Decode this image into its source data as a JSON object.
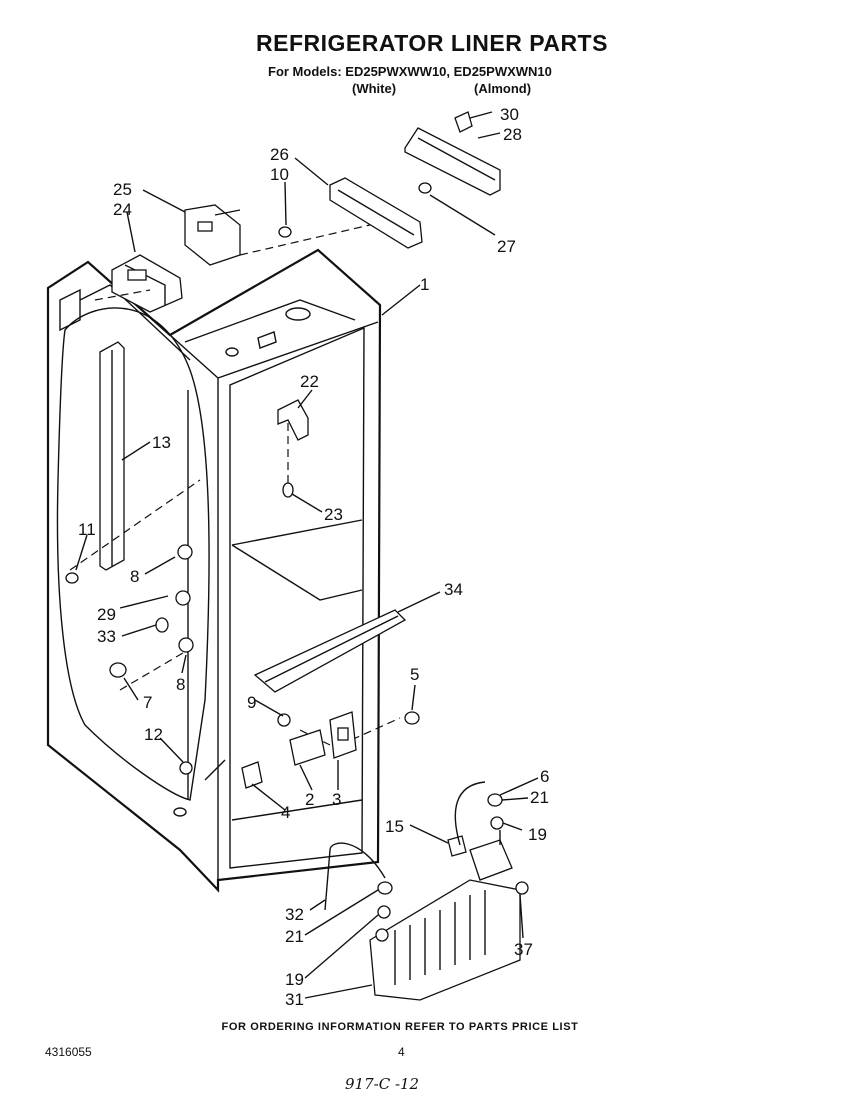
{
  "header": {
    "title": "REFRIGERATOR LINER PARTS",
    "models_line": "For Models: ED25PWXWW10, ED25PWXWN10",
    "variant_white": "(White)",
    "variant_almond": "(Almond)"
  },
  "footer": {
    "note": "FOR ORDERING INFORMATION REFER TO PARTS PRICE LIST",
    "doc_number": "4316055",
    "page_number": "4",
    "handwritten": "917-C -12"
  },
  "callouts": {
    "c30": "30",
    "c28": "28",
    "c26": "26",
    "c10": "10",
    "c25": "25",
    "c24": "24",
    "c27": "27",
    "c1": "1",
    "c22": "22",
    "c13": "13",
    "c23": "23",
    "c11": "11",
    "c8a": "8",
    "c29": "29",
    "c33": "33",
    "c34": "34",
    "c8b": "8",
    "c7": "7",
    "c5": "5",
    "c9": "9",
    "c12": "12",
    "c2": "2",
    "c3": "3",
    "c4": "4",
    "c6": "6",
    "c21a": "21",
    "c15": "15",
    "c19a": "19",
    "c32": "32",
    "c21b": "21",
    "c37": "37",
    "c19b": "19",
    "c31": "31"
  }
}
